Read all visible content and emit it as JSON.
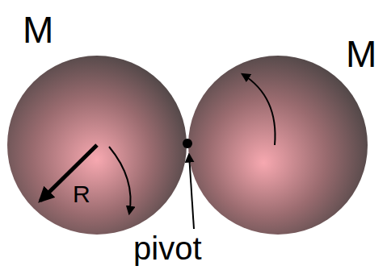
{
  "diagram": {
    "labels": [
      "M",
      "M",
      "R",
      "pivot"
    ]
  }
}
